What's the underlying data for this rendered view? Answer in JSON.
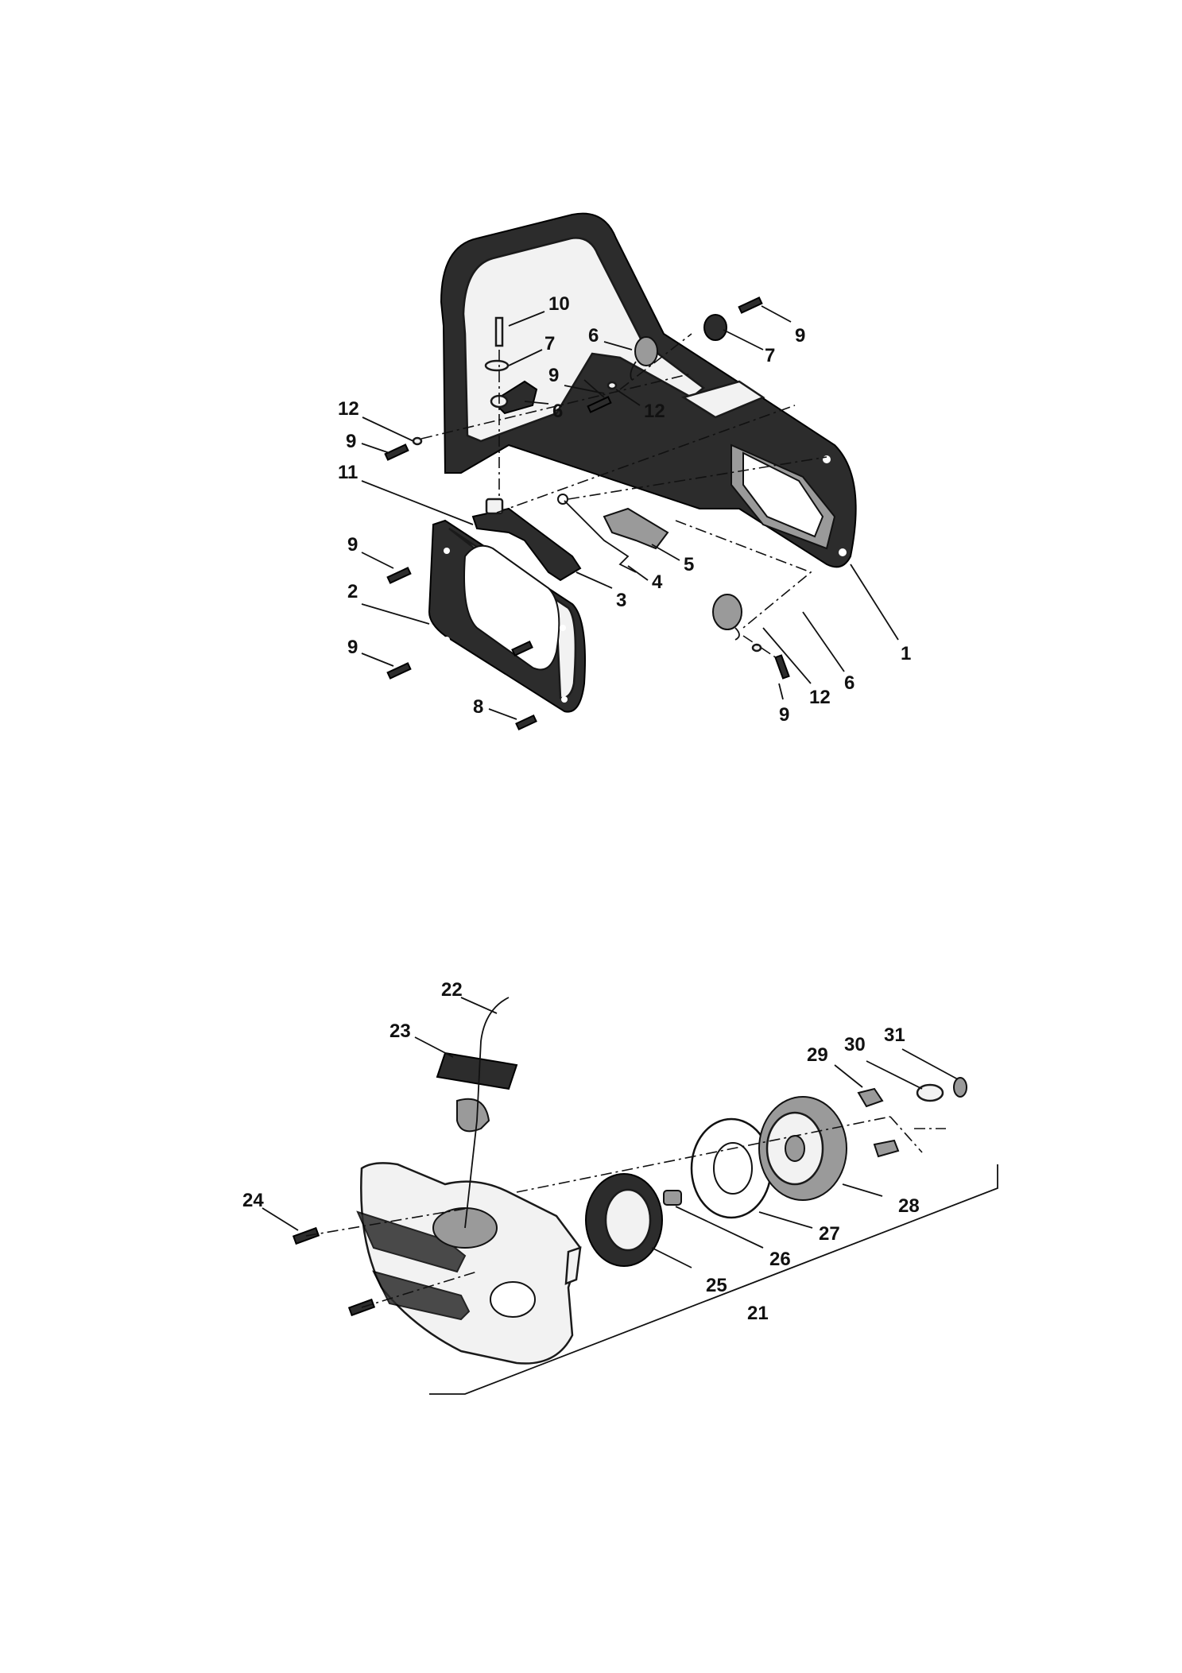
{
  "upper_assembly": {
    "callouts": {
      "c1": "1",
      "c2": "2",
      "c3": "3",
      "c4": "4",
      "c5": "5",
      "c6a": "6",
      "c6b": "6",
      "c6c": "6",
      "c7a": "7",
      "c7b": "7",
      "c8": "8",
      "c9a": "9",
      "c9b": "9",
      "c9c": "9",
      "c9d": "9",
      "c9e": "9",
      "c9f": "9",
      "c10": "10",
      "c11": "11",
      "c12a": "12",
      "c12b": "12",
      "c12c": "12"
    }
  },
  "lower_assembly": {
    "callouts": {
      "c21": "21",
      "c22": "22",
      "c23": "23",
      "c24": "24",
      "c25": "25",
      "c26": "26",
      "c27": "27",
      "c28": "28",
      "c29": "29",
      "c30": "30",
      "c31": "31"
    }
  }
}
